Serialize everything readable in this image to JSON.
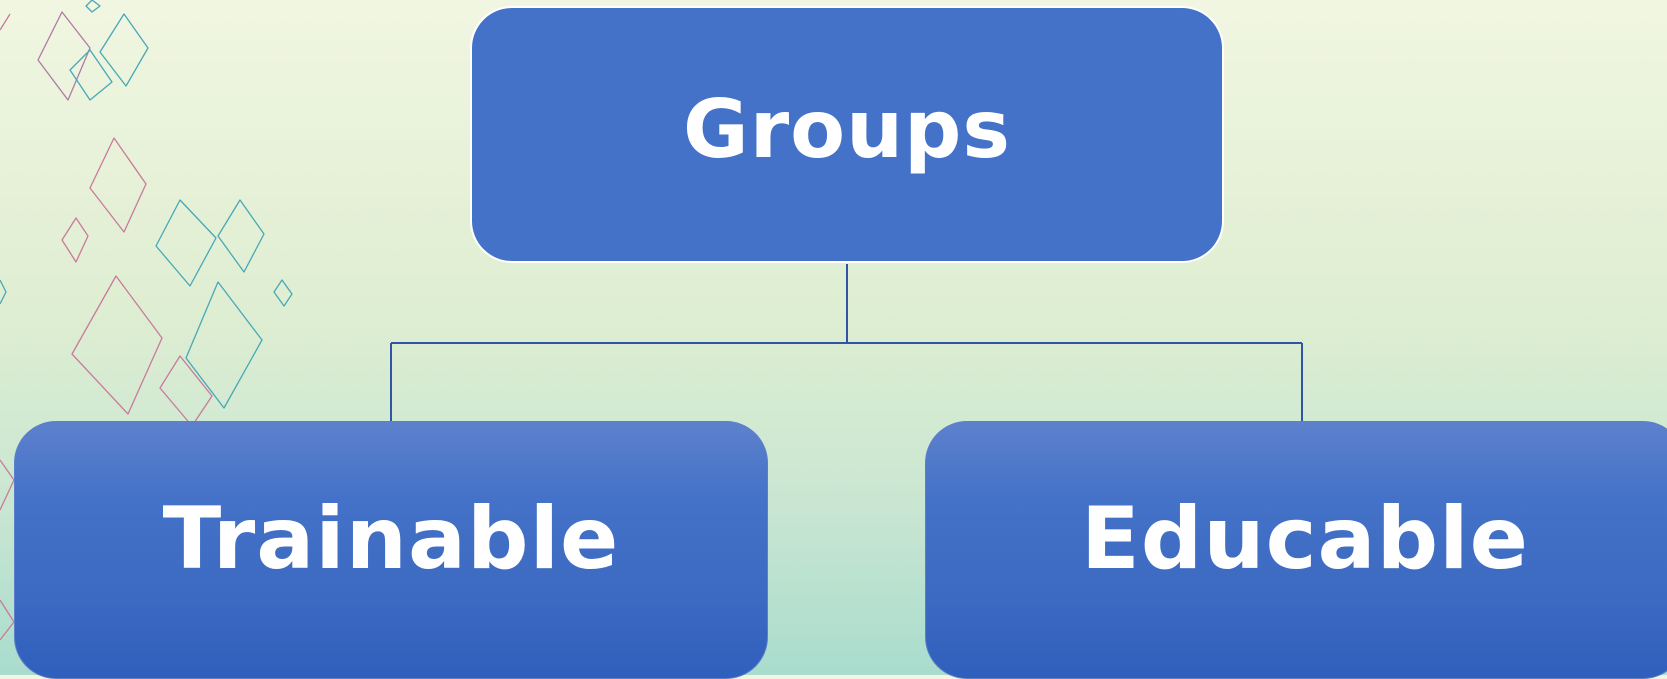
{
  "diagram": {
    "root": {
      "label": "Groups"
    },
    "children": [
      {
        "label": "Trainable"
      },
      {
        "label": "Educable"
      }
    ]
  },
  "colors": {
    "node_fill": "#4472c8",
    "connector": "#2f55a4",
    "background_top": "#f1f6e1",
    "background_bottom": "#a9dccd",
    "decor_pink": "#c97a9a",
    "decor_teal": "#3aa6b4"
  }
}
